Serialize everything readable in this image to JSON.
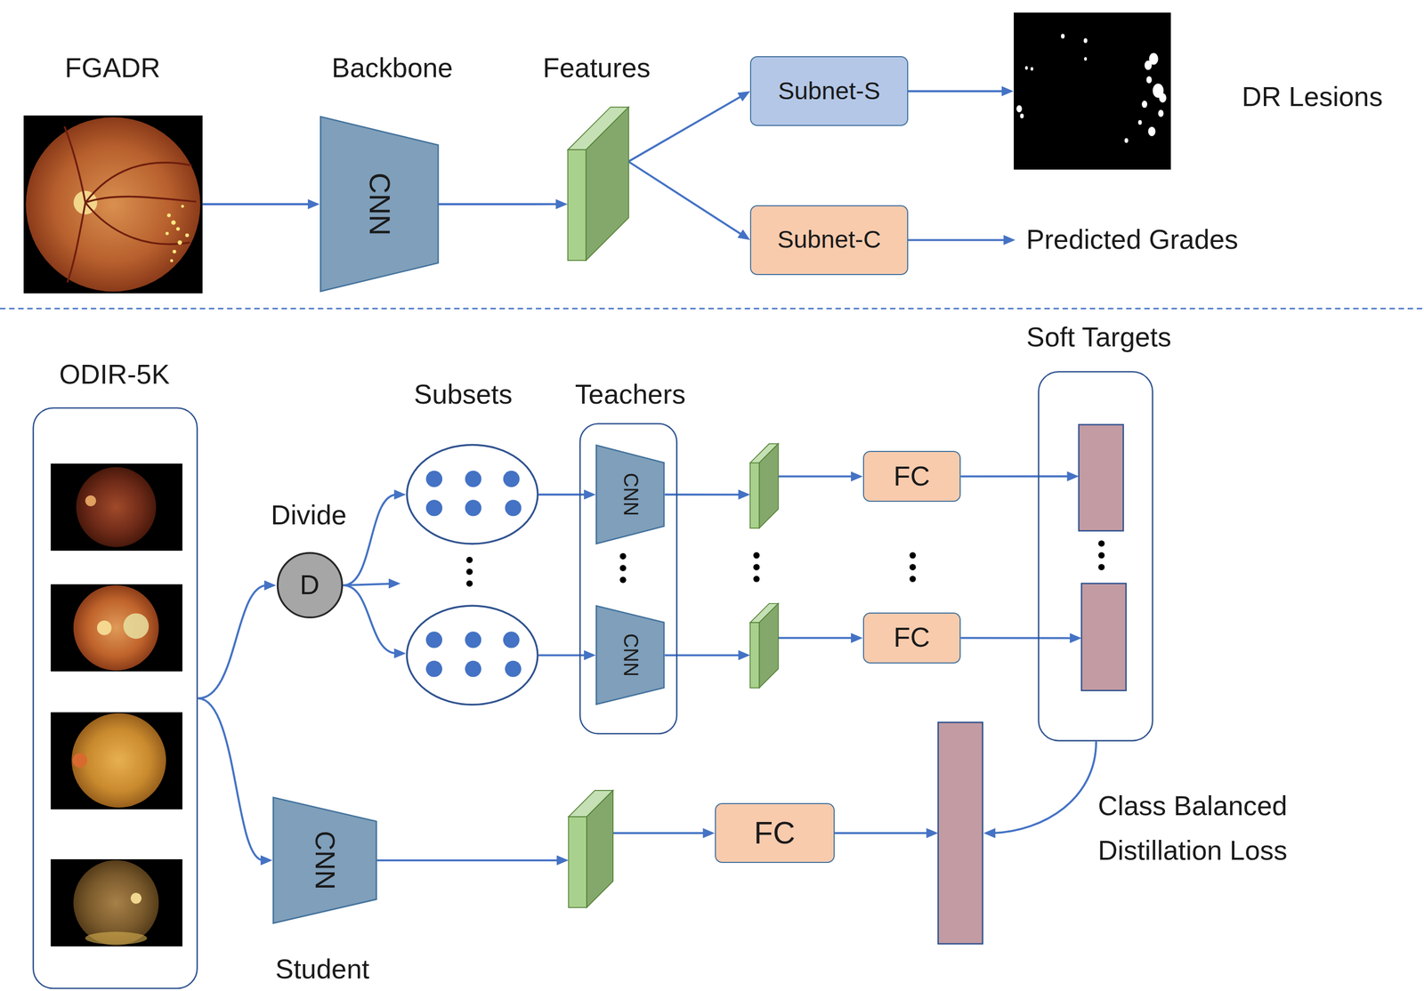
{
  "diagram": {
    "nodes": [
      {
        "text": [
          "FGADR"
        ]
      },
      {
        "text": [
          "Backbone",
          "CNN"
        ]
      },
      {
        "text": [
          "Features"
        ]
      },
      {
        "text": [
          "Subnet-S"
        ]
      },
      {
        "text": [
          "Subnet-C"
        ]
      },
      {
        "text": [
          "DR Lesions"
        ]
      },
      {
        "text": [
          "Predicted Grades"
        ]
      },
      {
        "text": [
          "ODIR-5K"
        ]
      },
      {
        "text": [
          "Divide",
          "D"
        ]
      },
      {
        "text": [
          "Subsets"
        ]
      },
      {
        "text": [
          "Teachers"
        ]
      },
      {
        "text": [
          "CNN"
        ],
        "in": 10
      },
      {
        "text": [
          "CNN"
        ],
        "in": 10
      },
      {
        "text": [
          "FC"
        ]
      },
      {
        "text": [
          "FC"
        ]
      },
      {
        "text": [
          "Soft Targets"
        ]
      },
      {
        "text": [
          "CNN",
          "Student"
        ]
      },
      {
        "text": [
          "FC"
        ]
      }
    ],
    "edges": [
      {
        "from": 0,
        "to": 1,
        "arrow": "to"
      },
      {
        "from": 1,
        "to": 2,
        "arrow": "to"
      },
      {
        "from": 2,
        "to": 3,
        "arrow": "to"
      },
      {
        "from": 2,
        "to": 4,
        "arrow": "to"
      },
      {
        "from": 3,
        "to": 5,
        "arrow": "to"
      },
      {
        "from": 4,
        "to": 6,
        "arrow": "to"
      },
      {
        "from": 7,
        "to": 8,
        "arrow": "to"
      },
      {
        "from": 7,
        "to": 16,
        "arrow": "to"
      },
      {
        "from": 8,
        "to": 9,
        "arrow": "to"
      },
      {
        "from": 9,
        "to": 11,
        "arrow": "to"
      },
      {
        "from": 11,
        "to": 13,
        "arrow": "to"
      },
      {
        "from": 12,
        "to": 14,
        "arrow": "to"
      },
      {
        "from": 13,
        "to": 15,
        "arrow": "to"
      },
      {
        "from": 14,
        "to": 15,
        "arrow": "to"
      },
      {
        "from": 16,
        "to": 17,
        "arrow": "to"
      }
    ],
    "labels": [
      "Class Balanced Distillation Loss"
    ]
  }
}
